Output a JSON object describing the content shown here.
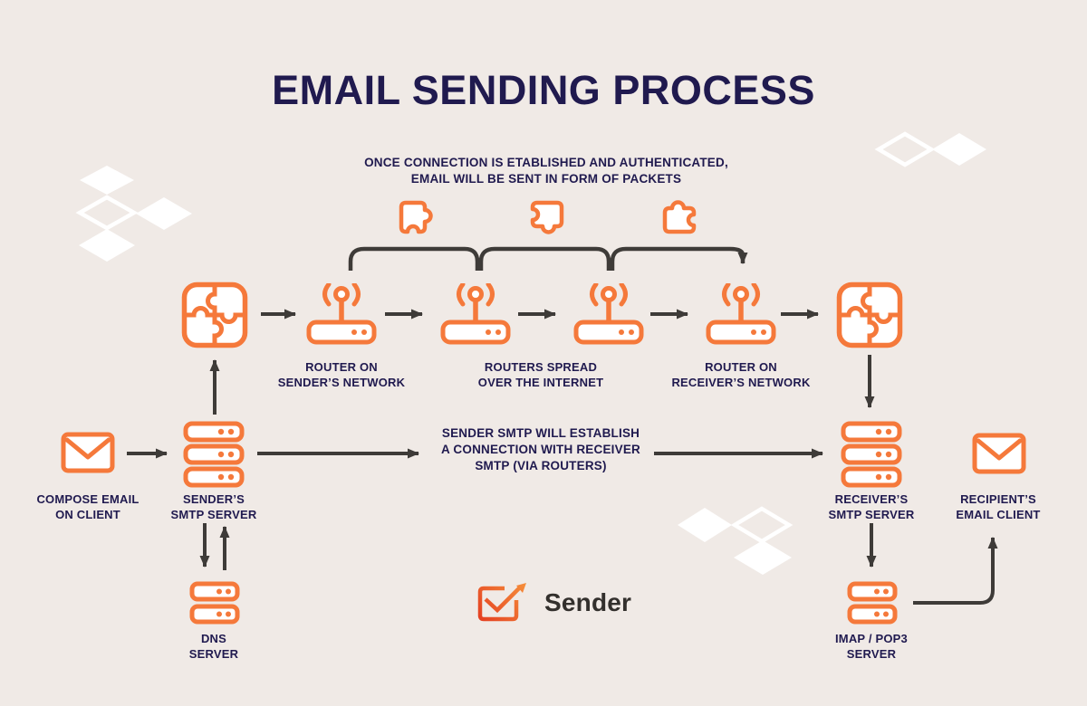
{
  "title": "EMAIL SENDING PROCESS",
  "notes": {
    "packets": "ONCE CONNECTION IS ETABLISHED AND AUTHENTICATED,\nEMAIL WILL BE SENT IN FORM OF PACKETS",
    "smtp_connection": "SENDER SMTP WILL ESTABLISH\nA CONNECTION WITH RECEIVER\nSMTP (VIA ROUTERS)"
  },
  "nodes": {
    "compose_email": {
      "label": "COMPOSE EMAIL\nON CLIENT",
      "icon": "envelope-icon"
    },
    "sender_smtp": {
      "label": "SENDER’S\nSMTP SERVER",
      "icon": "server-stack-icon"
    },
    "dns": {
      "label": "DNS\nSERVER",
      "icon": "server-small-icon"
    },
    "packet_left": {
      "icon": "puzzle-icon"
    },
    "router_sender": {
      "label": "ROUTER ON\nSENDER’S NETWORK",
      "icon": "router-icon"
    },
    "routers_internet": {
      "label": "ROUTERS SPREAD\nOVER THE INTERNET",
      "icon": "router-icon"
    },
    "router_receiver": {
      "label": "ROUTER ON\nRECEIVER’S NETWORK",
      "icon": "router-icon"
    },
    "packet_right": {
      "icon": "puzzle-icon"
    },
    "receiver_smtp": {
      "label": "RECEIVER’S\nSMTP SERVER",
      "icon": "server-stack-icon"
    },
    "recipient_client": {
      "label": "RECIPIENT’S\nEMAIL CLIENT",
      "icon": "envelope-icon"
    },
    "imap_pop3": {
      "label": "IMAP / POP3\nSERVER",
      "icon": "server-small-icon"
    }
  },
  "logo": {
    "text": "Sender"
  },
  "colors": {
    "background": "#F0EAE6",
    "accent_orange": "#F5793B",
    "text_navy": "#201A4F",
    "arrow_gray": "#3E3B38",
    "decor_white": "#FFFFFF",
    "logo_gradient_start": "#E2361F",
    "logo_gradient_end": "#F7953D",
    "logo_text": "#33302D"
  }
}
